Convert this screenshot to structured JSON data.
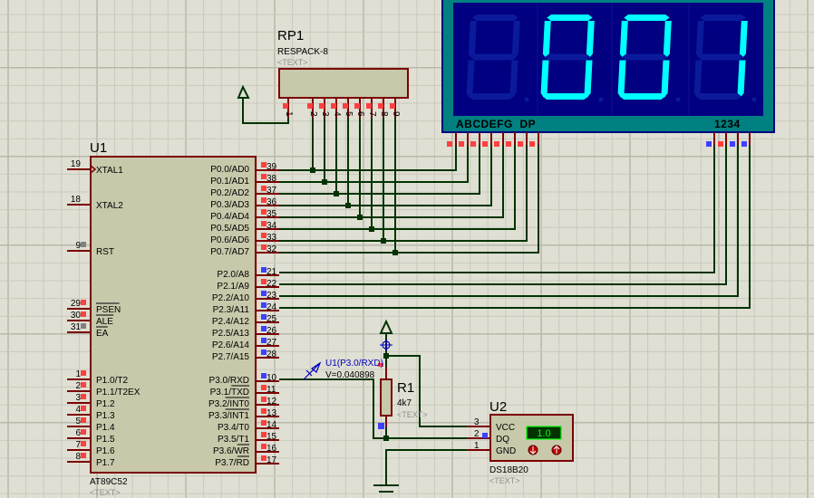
{
  "colors": {
    "background": "#dfdfd3",
    "grid_minor": "#c9c9bc",
    "grid_major": "#b8b8aa",
    "component_body": "#c8c8ab",
    "component_border": "#7b0000",
    "wire": "#003300",
    "pin_high": "#ff4040",
    "pin_low": "#4040ff",
    "pin_float": "#808080",
    "display_frame": "#008080",
    "display_bg": "#000080",
    "segment_on": "#00ffff",
    "segment_off": "#0a1a9a",
    "probe": "#0000c0",
    "hint_text": "#909090"
  },
  "u1": {
    "ref": "U1",
    "part": "AT89C52",
    "text_placeholder": "<TEXT>",
    "left_pins": [
      {
        "num": "19",
        "name": "XTAL1",
        "state": "none",
        "clock": true
      },
      {
        "num": "18",
        "name": "XTAL2",
        "state": "none"
      },
      {
        "num": "9",
        "name": "RST",
        "state": "float"
      },
      {
        "num": "29",
        "name": "PSEN",
        "state": "high",
        "overline": true
      },
      {
        "num": "30",
        "name": "ALE",
        "state": "high",
        "overline": true
      },
      {
        "num": "31",
        "name": "EA",
        "state": "float",
        "overline": true
      },
      {
        "num": "1",
        "name": "P1.0/T2",
        "state": "high"
      },
      {
        "num": "2",
        "name": "P1.1/T2EX",
        "state": "high"
      },
      {
        "num": "3",
        "name": "P1.2",
        "state": "high"
      },
      {
        "num": "4",
        "name": "P1.3",
        "state": "high"
      },
      {
        "num": "5",
        "name": "P1.4",
        "state": "high"
      },
      {
        "num": "6",
        "name": "P1.5",
        "state": "high"
      },
      {
        "num": "7",
        "name": "P1.6",
        "state": "high"
      },
      {
        "num": "8",
        "name": "P1.7",
        "state": "high"
      }
    ],
    "right_pins": [
      {
        "num": "39",
        "name": "P0.0/AD0",
        "state": "high"
      },
      {
        "num": "38",
        "name": "P0.1/AD1",
        "state": "high"
      },
      {
        "num": "37",
        "name": "P0.2/AD2",
        "state": "high"
      },
      {
        "num": "36",
        "name": "P0.3/AD3",
        "state": "high"
      },
      {
        "num": "35",
        "name": "P0.4/AD4",
        "state": "high"
      },
      {
        "num": "34",
        "name": "P0.5/AD5",
        "state": "high"
      },
      {
        "num": "33",
        "name": "P0.6/AD6",
        "state": "high"
      },
      {
        "num": "32",
        "name": "P0.7/AD7",
        "state": "high"
      },
      {
        "num": "21",
        "name": "P2.0/A8",
        "state": "low"
      },
      {
        "num": "22",
        "name": "P2.1/A9",
        "state": "high"
      },
      {
        "num": "23",
        "name": "P2.2/A10",
        "state": "low"
      },
      {
        "num": "24",
        "name": "P2.3/A11",
        "state": "low"
      },
      {
        "num": "25",
        "name": "P2.4/A12",
        "state": "low"
      },
      {
        "num": "26",
        "name": "P2.5/A13",
        "state": "low"
      },
      {
        "num": "27",
        "name": "P2.6/A14",
        "state": "low"
      },
      {
        "num": "28",
        "name": "P2.7/A15",
        "state": "low"
      },
      {
        "num": "10",
        "name": "P3.0/RXD",
        "state": "low"
      },
      {
        "num": "11",
        "name": "P3.1/TXD",
        "state": "high",
        "overline_part": "TXD"
      },
      {
        "num": "12",
        "name": "P3.2/INT0",
        "state": "high",
        "overline_part": "INT0"
      },
      {
        "num": "13",
        "name": "P3.3/INT1",
        "state": "high",
        "overline_part": "INT1"
      },
      {
        "num": "14",
        "name": "P3.4/T0",
        "state": "high"
      },
      {
        "num": "15",
        "name": "P3.5/T1",
        "state": "high"
      },
      {
        "num": "16",
        "name": "P3.6/WR",
        "state": "high",
        "overline_part": "WR"
      },
      {
        "num": "17",
        "name": "P3.7/RD",
        "state": "high",
        "overline_part": "RD"
      }
    ]
  },
  "rp1": {
    "ref": "RP1",
    "part": "RESPACK-8",
    "text_placeholder": "<TEXT>",
    "pins": [
      "1",
      "2",
      "3",
      "4",
      "5",
      "6",
      "7",
      "8",
      "9"
    ]
  },
  "display": {
    "segment_label": "ABCDEFG  DP",
    "digit_label": "1234",
    "digits": [
      "",
      "0",
      "0",
      "1"
    ],
    "segment_pin_states": [
      "high",
      "high",
      "high",
      "high",
      "high",
      "high",
      "high",
      "high"
    ],
    "digit_pin_states": [
      "low",
      "high",
      "low",
      "low"
    ]
  },
  "probe": {
    "label": "U1(P3.0/RXD)",
    "value": "V=0.040898"
  },
  "r1": {
    "ref": "R1",
    "value": "4k7",
    "text_placeholder": "<TEXT>"
  },
  "u2": {
    "ref": "U2",
    "part": "DS18B20",
    "text_placeholder": "<TEXT>",
    "pins": [
      {
        "num": "3",
        "name": "VCC"
      },
      {
        "num": "2",
        "name": "DQ"
      },
      {
        "num": "1",
        "name": "GND"
      }
    ],
    "temperature": "1.0"
  }
}
